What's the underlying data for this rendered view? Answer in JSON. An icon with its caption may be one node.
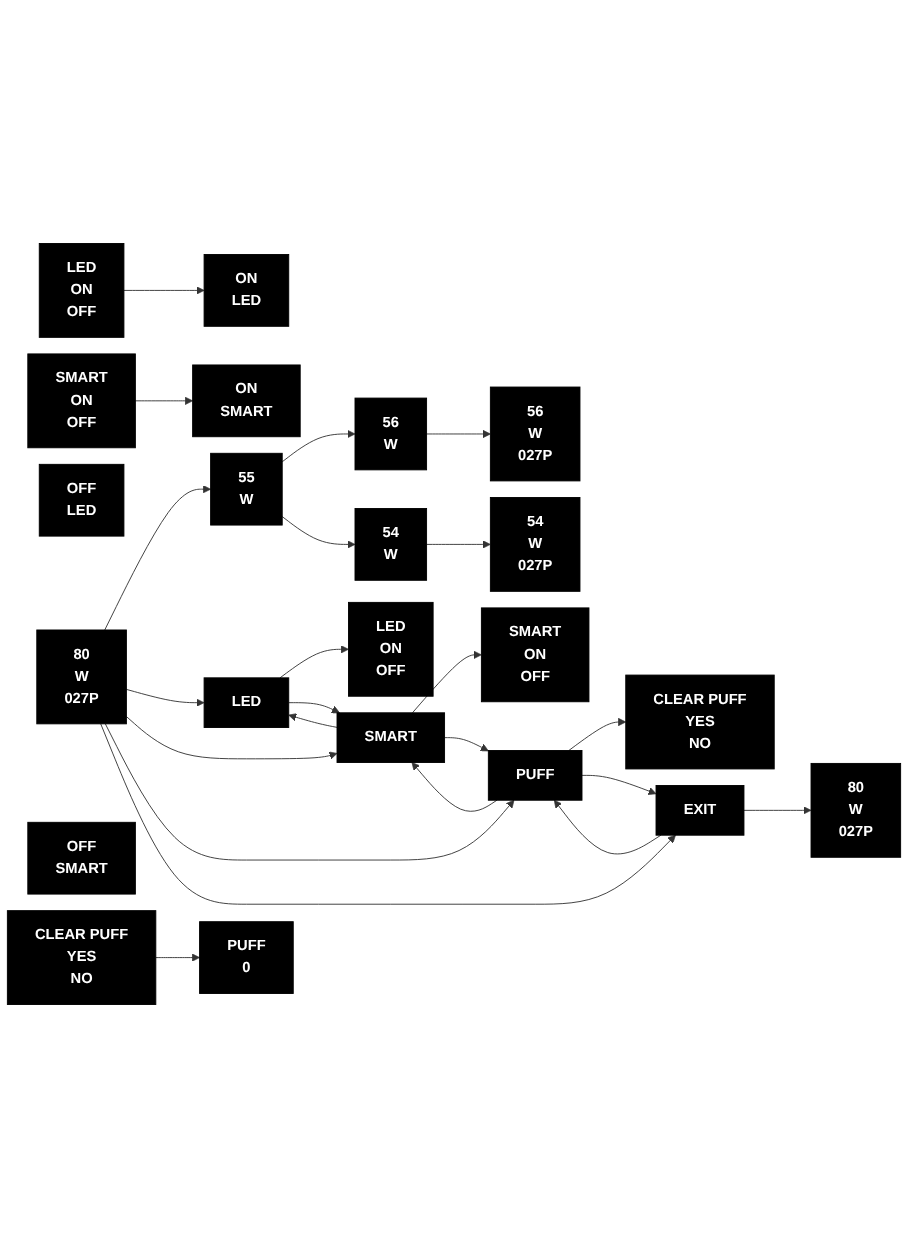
{
  "diagram": {
    "nodes": [
      {
        "text": [
          "80",
          "W",
          "027P"
        ]
      },
      {
        "text": [
          "55",
          "W"
        ]
      },
      {
        "text": [
          "56",
          "W"
        ]
      },
      {
        "text": [
          "56",
          "W",
          "027P"
        ]
      },
      {
        "text": [
          "54",
          "W"
        ]
      },
      {
        "text": [
          "54",
          "W",
          "027P"
        ]
      },
      {
        "text": [
          "LED"
        ]
      },
      {
        "text": [
          "LED",
          "ON",
          "OFF"
        ]
      },
      {
        "text": [
          "LED",
          "ON",
          "OFF"
        ]
      },
      {
        "text": [
          "ON",
          "LED"
        ]
      },
      {
        "text": [
          "OFF",
          "LED"
        ]
      },
      {
        "text": [
          "SMART"
        ]
      },
      {
        "text": [
          "SMART",
          "ON",
          "OFF"
        ]
      },
      {
        "text": [
          "SMART",
          "ON",
          "OFF"
        ]
      },
      {
        "text": [
          "ON",
          "SMART"
        ]
      },
      {
        "text": [
          "OFF",
          "SMART"
        ]
      },
      {
        "text": [
          "PUFF"
        ]
      },
      {
        "text": [
          "CLEAR PUFF",
          "YES",
          "NO"
        ]
      },
      {
        "text": [
          "CLEAR PUFF",
          "YES",
          "NO"
        ]
      },
      {
        "text": [
          "PUFF",
          "0"
        ]
      },
      {
        "text": [
          "EXIT"
        ]
      },
      {
        "text": [
          "80",
          "W",
          "027P"
        ]
      }
    ],
    "edges": [
      {
        "from": 0,
        "to": 1,
        "arrow": "to"
      },
      {
        "from": 1,
        "to": 2,
        "arrow": "to"
      },
      {
        "from": 1,
        "to": 4,
        "arrow": "to"
      },
      {
        "from": 2,
        "to": 3,
        "arrow": "to"
      },
      {
        "from": 4,
        "to": 5,
        "arrow": "to"
      },
      {
        "from": 0,
        "to": 6,
        "arrow": "to"
      },
      {
        "from": 0,
        "to": 11,
        "arrow": "to"
      },
      {
        "from": 0,
        "to": 16,
        "arrow": "to"
      },
      {
        "from": 0,
        "to": 20,
        "arrow": "to"
      },
      {
        "from": 6,
        "to": 7,
        "arrow": "to"
      },
      {
        "from": 8,
        "to": 9,
        "arrow": "to"
      },
      {
        "from": 11,
        "to": 12,
        "arrow": "to"
      },
      {
        "from": 13,
        "to": 14,
        "arrow": "to"
      },
      {
        "from": 16,
        "to": 17,
        "arrow": "to"
      },
      {
        "from": 18,
        "to": 19,
        "arrow": "to"
      },
      {
        "from": 20,
        "to": 21,
        "arrow": "to"
      },
      {
        "from": 11,
        "to": 6,
        "arrow": "to"
      },
      {
        "from": 6,
        "to": 11,
        "arrow": "to"
      },
      {
        "from": 16,
        "to": 11,
        "arrow": "to"
      },
      {
        "from": 11,
        "to": 16,
        "arrow": "to"
      },
      {
        "from": 20,
        "to": 16,
        "arrow": "to"
      },
      {
        "from": 16,
        "to": 20,
        "arrow": "to"
      }
    ]
  }
}
